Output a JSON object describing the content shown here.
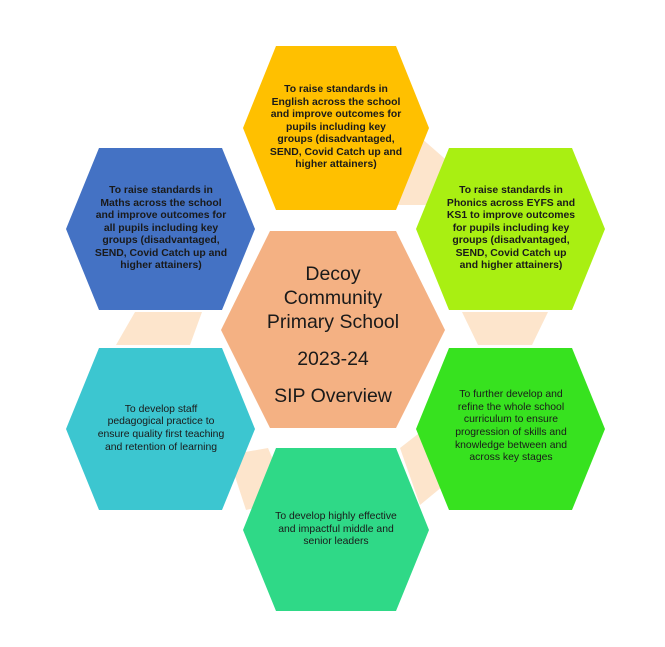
{
  "center": {
    "title_line1": "Decoy",
    "title_line2": "Community",
    "title_line3": "Primary School",
    "year": "2023-24",
    "subtitle": "SIP Overview",
    "color": "#f4b183"
  },
  "priorities": [
    {
      "id": "english",
      "text": "To raise standards in English across the school and improve outcomes for pupils including key groups (disadvantaged, SEND, Covid Catch up and higher attainers)",
      "color": "#ffc000",
      "bold": true
    },
    {
      "id": "phonics",
      "text": "To raise standards in Phonics across EYFS and KS1 to improve outcomes for pupils including key groups (disadvantaged, SEND, Covid Catch up and higher attainers)",
      "color": "#a9ef12",
      "bold": true
    },
    {
      "id": "curriculum",
      "text": "To further develop and refine the whole school curriculum to ensure progression of skills and knowledge between and across key stages",
      "color": "#37e21f",
      "bold": false
    },
    {
      "id": "leaders",
      "text": "To develop highly effective and impactful middle and senior leaders",
      "color": "#2fd987",
      "bold": false
    },
    {
      "id": "pedagogy",
      "text": "To develop staff pedagogical practice to ensure quality first teaching and retention of learning",
      "color": "#3cc6d0",
      "bold": false
    },
    {
      "id": "maths",
      "text": "To raise standards in Maths across the school and improve outcomes for all pupils including key groups (disadvantaged, SEND, Covid Catch up and higher attainers)",
      "color": "#4472c4",
      "bold": true
    }
  ],
  "connector_color": "#fde5cc"
}
